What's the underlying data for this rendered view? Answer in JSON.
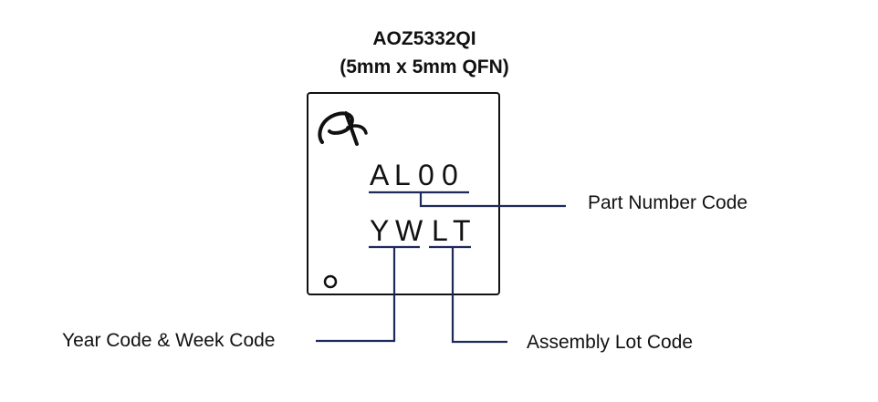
{
  "title": {
    "part": "AOZ5332QI",
    "package": "(5mm x 5mm QFN)"
  },
  "marking": {
    "line1": [
      "A",
      "L",
      "0",
      "0"
    ],
    "line2": [
      "Y",
      "W",
      "L",
      "T"
    ]
  },
  "labels": {
    "part_number": "Part Number Code",
    "year_week": "Year Code & Week Code",
    "assembly_lot": "Assembly Lot Code"
  },
  "colors": {
    "line": "#1f2a5a",
    "ink": "#111111"
  },
  "icons": {
    "logo": "aos-logo-icon",
    "pin1": "pin1-dot-icon"
  }
}
